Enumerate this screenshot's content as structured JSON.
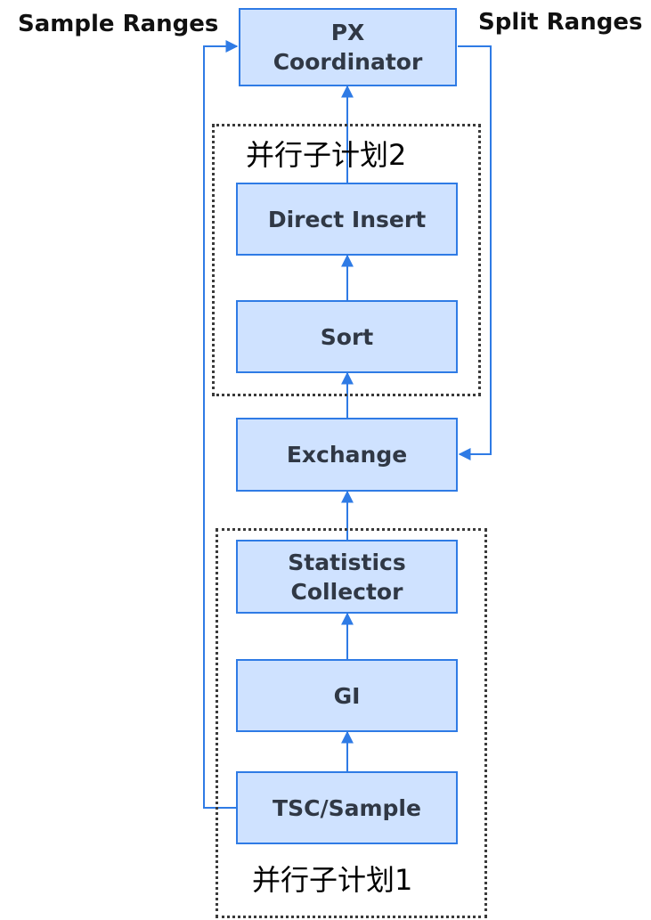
{
  "side_labels": {
    "sample_ranges": "Sample Ranges",
    "split_ranges": "Split Ranges"
  },
  "nodes": {
    "px_coordinator": {
      "line1": "PX",
      "line2": "Coordinator"
    },
    "direct_insert": "Direct Insert",
    "sort": "Sort",
    "exchange": "Exchange",
    "statistics_collector": {
      "line1": "Statistics",
      "line2": "Collector"
    },
    "gi": "GI",
    "tsc_sample": "TSC/Sample"
  },
  "groups": {
    "parallel_subplan_2": "并行子计划2",
    "parallel_subplan_1": "并行子计划1"
  },
  "colors": {
    "node_fill": "#cfe2ff",
    "node_border": "#2f7be5",
    "edge": "#2f7be5",
    "group_border": "#3a3a3a"
  }
}
